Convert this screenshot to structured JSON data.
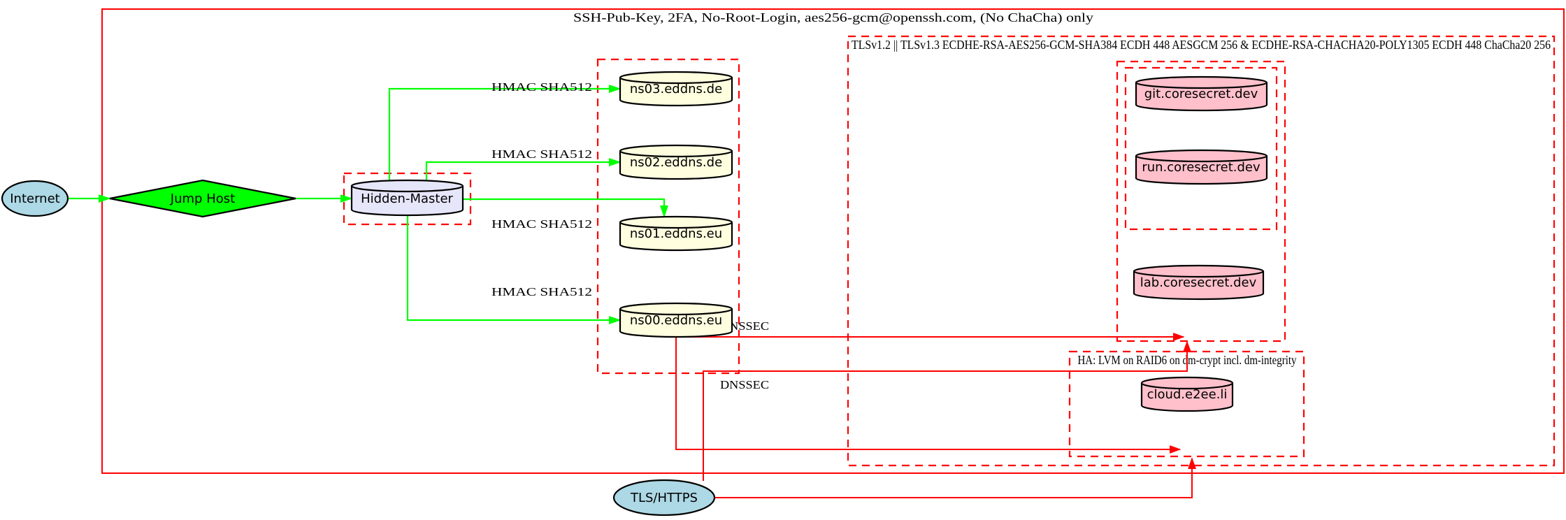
{
  "diagram": {
    "clusters": {
      "ssh": {
        "label": "SSH-Pub-Key, 2FA, No-Root-Login, aes256-gcm@openssh.com, (No ChaCha) only"
      },
      "tls": {
        "label": "TLSv1.2 || TLSv1.3 ECDHE-RSA-AES256-GCM-SHA384 ECDH 448 AESGCM 256 & ECDHE-RSA-CHACHA20-POLY1305 ECDH 448 ChaCha20 256"
      },
      "ha": {
        "label": "HA: LVM on RAID6 on dm-crypt incl. dm-integrity"
      }
    },
    "nodes": {
      "internet": {
        "label": "Internet"
      },
      "jump_host": {
        "label": "Jump Host"
      },
      "hidden_master": {
        "label": "Hidden-Master"
      },
      "ns03": {
        "label": "ns03.eddns.de"
      },
      "ns02": {
        "label": "ns02.eddns.de"
      },
      "ns01": {
        "label": "ns01.eddns.eu"
      },
      "ns00": {
        "label": "ns00.eddns.eu"
      },
      "git": {
        "label": "git.coresecret.dev"
      },
      "run": {
        "label": "run.coresecret.dev"
      },
      "lab": {
        "label": "lab.coresecret.dev"
      },
      "cloud": {
        "label": "cloud.e2ee.li"
      },
      "tls_https": {
        "label": "TLS/HTTPS"
      }
    },
    "edge_labels": {
      "hmac_ns03": "HMAC SHA512",
      "hmac_ns02": "HMAC SHA512",
      "hmac_ns01": "HMAC SHA512",
      "hmac_ns00": "HMAC SHA512",
      "dnssec_1": "DNSSEC",
      "dnssec_2": "DNSSEC"
    },
    "colors": {
      "green_edge": "#00ff00",
      "red_edge": "#ff0000",
      "cluster_border": "#ff0000",
      "internet_fill": "#add8e6",
      "jump_host_fill": "#00ff00",
      "hidden_master_fill": "#e6e6fa",
      "dns_node_fill": "#ffffe0",
      "service_node_fill": "#ffc0cb",
      "tls_https_fill": "#add8e6"
    }
  }
}
